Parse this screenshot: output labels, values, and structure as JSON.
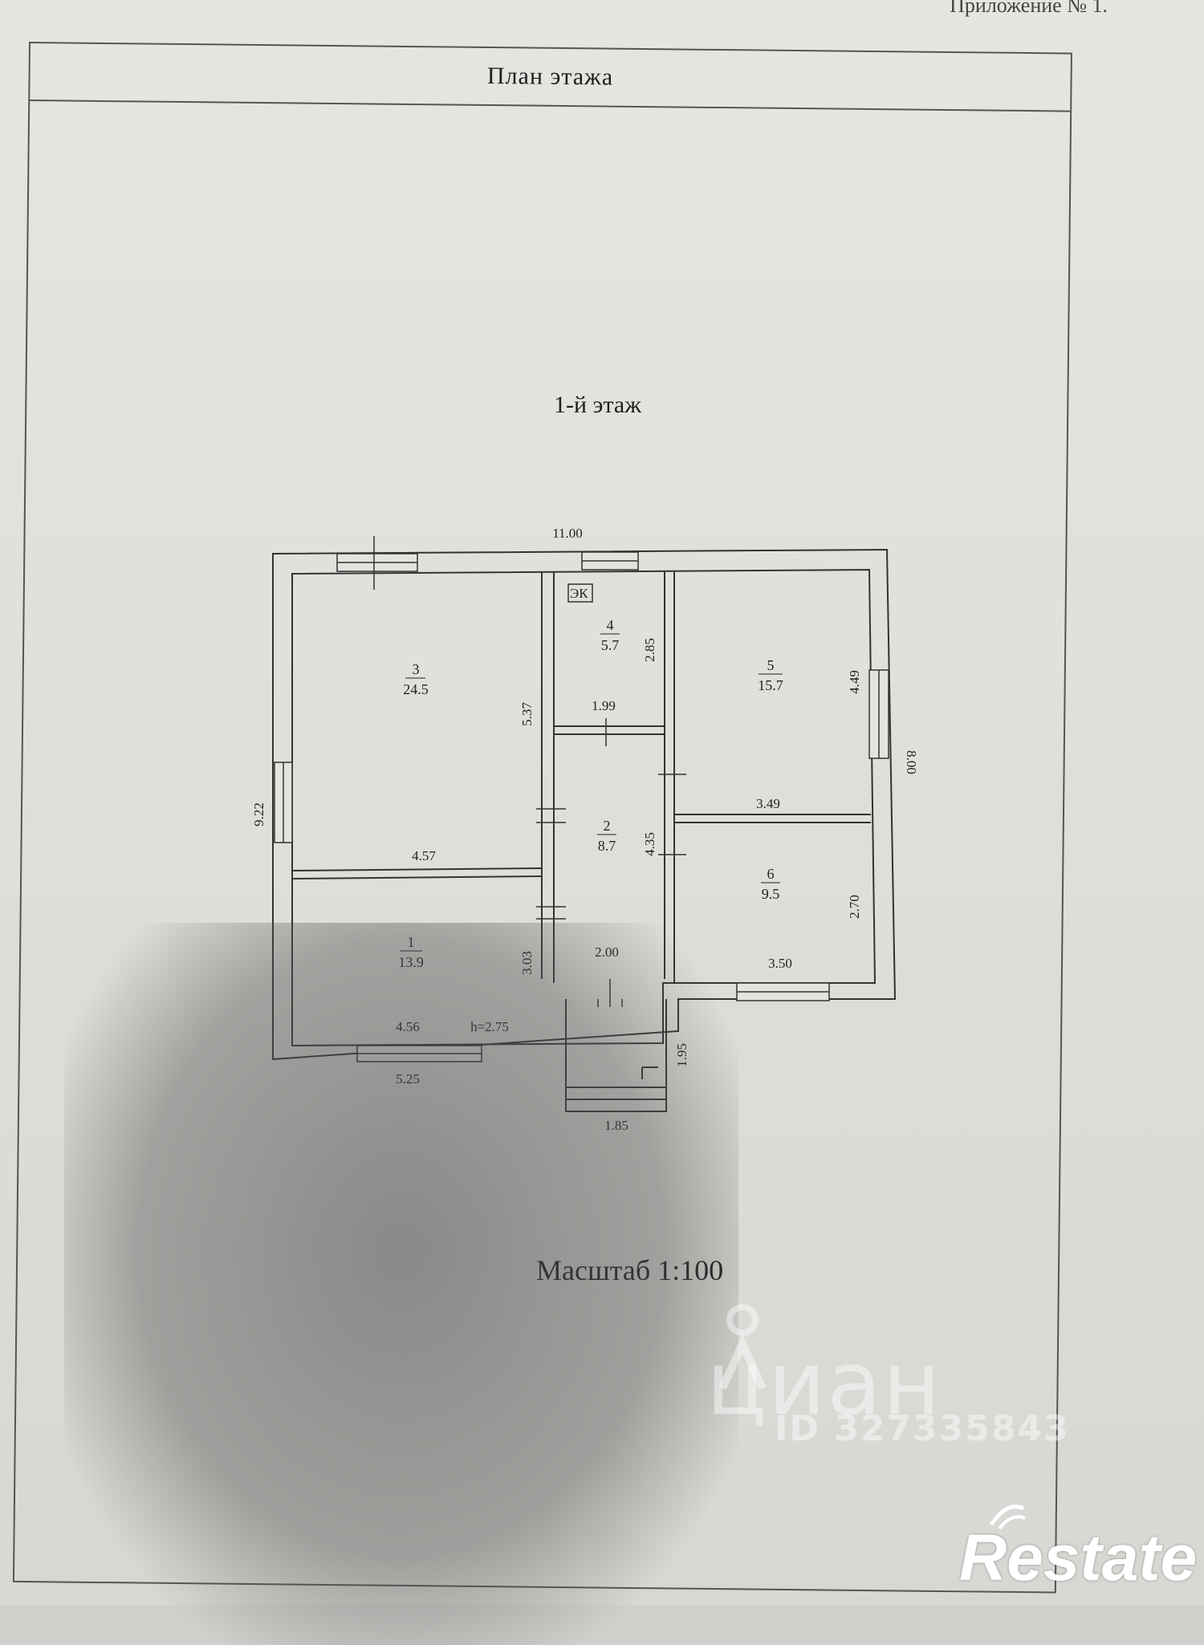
{
  "document": {
    "annex": "Приложение № 1.",
    "header_title": "План этажа",
    "floor_title": "1-й этаж",
    "scale": "Масштаб 1:100"
  },
  "plan": {
    "rooms": [
      {
        "num": "3",
        "area": "24.5"
      },
      {
        "num": "4",
        "area": "5.7"
      },
      {
        "num": "5",
        "area": "15.7"
      },
      {
        "num": "2",
        "area": "8.7"
      },
      {
        "num": "6",
        "area": "9.5"
      },
      {
        "num": "1",
        "area": "13.9"
      }
    ],
    "dimensions": {
      "top_total": "11.00",
      "left_total": "9.22",
      "right_total": "8.00",
      "room3_height": "5.37",
      "room3_width": "4.57",
      "room4_height": "2.85",
      "room4_width": "1.99",
      "room5_height": "4.49",
      "room5_width": "3.49",
      "room2_height": "4.35",
      "room2_width": "2.00",
      "room6_height": "2.70",
      "room6_width": "3.50",
      "room1_height": "3.03",
      "room1_width": "4.56",
      "ceiling_height": "h=2.75",
      "bottom_left": "5.25",
      "porch_width": "1.85",
      "porch_depth": "1.95"
    },
    "appliance_label": "ЭК"
  },
  "watermarks": {
    "cian": "циан",
    "cian_id": "ID 327335843",
    "restate": "Restate"
  }
}
